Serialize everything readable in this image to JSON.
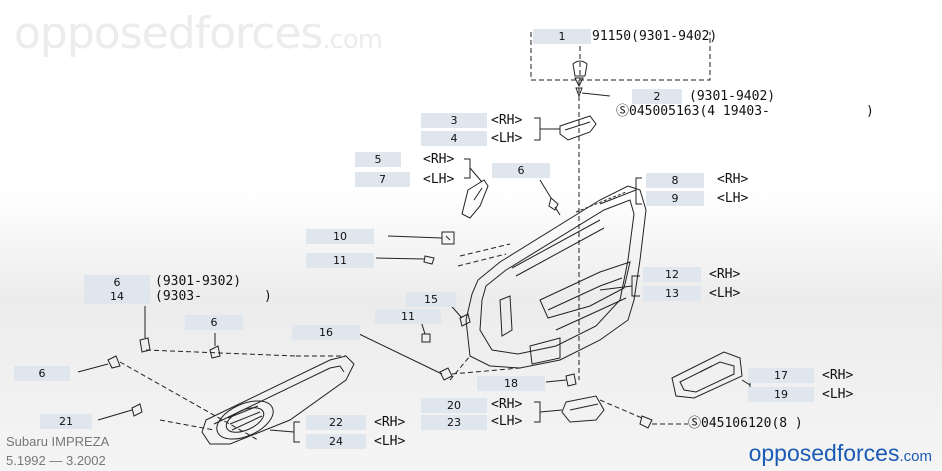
{
  "watermark": {
    "main": "opposedforces",
    "tld": ".com"
  },
  "brand": {
    "main": "opposedforces",
    "tld": ".com",
    "color": "#1a5bb5"
  },
  "model": {
    "name": "Subaru IMPREZA",
    "years": "5.1992 — 3.2002"
  },
  "top_note": {
    "fragment": "91150(9301-9402)"
  },
  "parts": [
    {
      "ref": "1"
    },
    {
      "ref": "2"
    },
    {
      "ref": "3"
    },
    {
      "ref": "4"
    },
    {
      "ref": "5"
    },
    {
      "ref": "7"
    },
    {
      "ref": "6"
    },
    {
      "ref": "8"
    },
    {
      "ref": "9"
    },
    {
      "ref": "10"
    },
    {
      "ref": "11"
    },
    {
      "ref": "12"
    },
    {
      "ref": "13"
    },
    {
      "ref": "6"
    },
    {
      "ref": "14"
    },
    {
      "ref": "6"
    },
    {
      "ref": "15"
    },
    {
      "ref": "11"
    },
    {
      "ref": "16"
    },
    {
      "ref": "6"
    },
    {
      "ref": "17"
    },
    {
      "ref": "19"
    },
    {
      "ref": "18"
    },
    {
      "ref": "20"
    },
    {
      "ref": "23"
    },
    {
      "ref": "21"
    },
    {
      "ref": "22"
    },
    {
      "ref": "24"
    }
  ],
  "specs": {
    "s2": "(9301-9402)",
    "s2b": "Ⓢ045005163(4 19403-",
    "s2c": ")",
    "rh3": "<RH>",
    "lh4": "<LH>",
    "rh5": "<RH>",
    "lh7": "<LH>",
    "rh8": "<RH>",
    "lh9": "<LH>",
    "rh12": "<RH>",
    "lh13": "<LH>",
    "s6": "(9301-9302)",
    "s14": "(9303-",
    "s14c": ")",
    "rh17": "<RH>",
    "lh19": "<LH>",
    "rh20": "<RH>",
    "lh23": "<LH>",
    "rh22": "<RH>",
    "lh24": "<LH>",
    "bolt": "Ⓢ045106120(8 )"
  }
}
